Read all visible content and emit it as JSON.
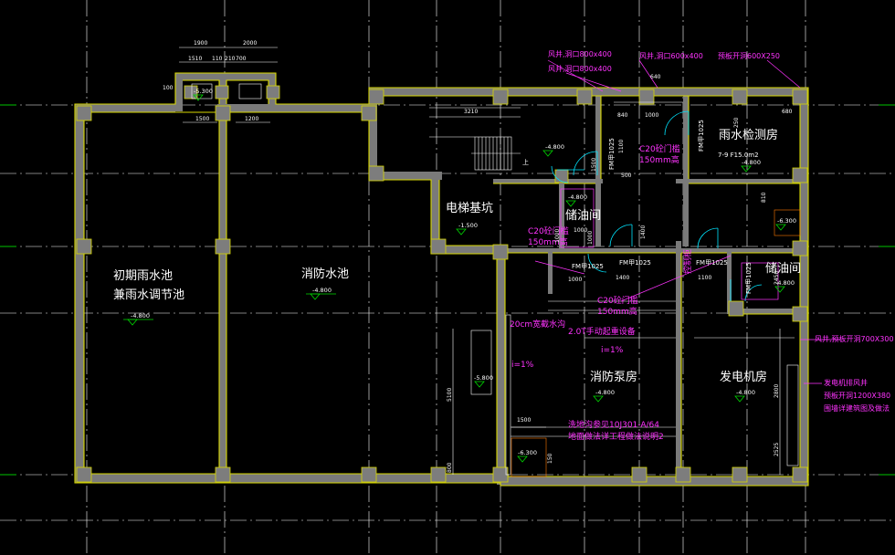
{
  "rooms": {
    "initial_rain_pool_1": "初期雨水池",
    "initial_rain_pool_2": "兼雨水调节池",
    "fire_pool": "消防水池",
    "elevator_pit": "电梯基坑",
    "oil_storage_1": "储油间",
    "oil_storage_2": "储油间",
    "rain_inspection": "雨水检测房",
    "fire_pump_room": "消防泵房",
    "generator_room": "发电机房"
  },
  "levels": {
    "rain_pool": "-4.800",
    "fire_pool": "-4.800",
    "top_small": "-5.300",
    "elevator": "-1.500",
    "oil_1": "-4.800",
    "corridor": "-4.800",
    "rain_inspection": "-4.800",
    "right_pit": "-6.300",
    "pump": "-4.800",
    "generator": "-4.800",
    "sump_left": "-5.800",
    "sump_bottom": "-6.300",
    "oil_2": "-4.800"
  },
  "notes": {
    "area": "7-9 F15.0m2",
    "curb_1": "C20砼门槛",
    "curb_1b": "150mm高",
    "curb_2": "C20砼门槛",
    "curb_2b": "150mm高",
    "curb_3": "C20砼门槛",
    "curb_3b": "150mm高",
    "trench": "20cm宽截水沟",
    "slope_1": "i=1%",
    "slope_2": "i=1%",
    "pump_ref": "2.0T手动起重设备",
    "wash_ref": "洗地沟参见10J301-A/64",
    "floor_ref": "地面做法详工程做法说明2",
    "up": "上",
    "control_box": "控制柜"
  },
  "magenta": {
    "shaft_1": "风井,洞口800x400",
    "shaft_2": "风井,洞口800x400",
    "shaft_3": "风井,洞口600x400",
    "shaft_4": "预板开洞600X250",
    "side_1": "风井,预板开洞700X300",
    "side_2": "发电机排风井",
    "side_3": "预板开洞1200X380",
    "side_4": "围墙详建筑图及做法"
  },
  "doors": {
    "fm1": "FM甲1025",
    "fm2": "FM甲1025",
    "fm3": "FM甲1025",
    "fm4": "FM甲1025",
    "fm5": "FM甲1025",
    "fm6": "FM甲1025"
  },
  "dims": {
    "d1900": "1900",
    "d2000": "2000",
    "d1510": "1510",
    "d110a": "110",
    "d210": "210",
    "d700": "700",
    "d100": "100",
    "d1500": "1500",
    "d1200": "1200",
    "d3210": "3210",
    "d640": "640",
    "d840": "840",
    "d1000": "1000",
    "d680": "680",
    "d1000b": "1000",
    "d1400": "1400",
    "d500": "500",
    "d1500b": "1500",
    "d5100": "5100",
    "d800": "800",
    "d150": "150",
    "d2450": "2450",
    "d2800": "2800",
    "d2525": "2525",
    "d1100": "1100",
    "d1000c": "1000",
    "d1100b": "1100",
    "d810": "810",
    "d250": "250",
    "d1400b": "1400",
    "d1000d": "1000",
    "d1000e": "1000",
    "d1500c": "1500"
  }
}
